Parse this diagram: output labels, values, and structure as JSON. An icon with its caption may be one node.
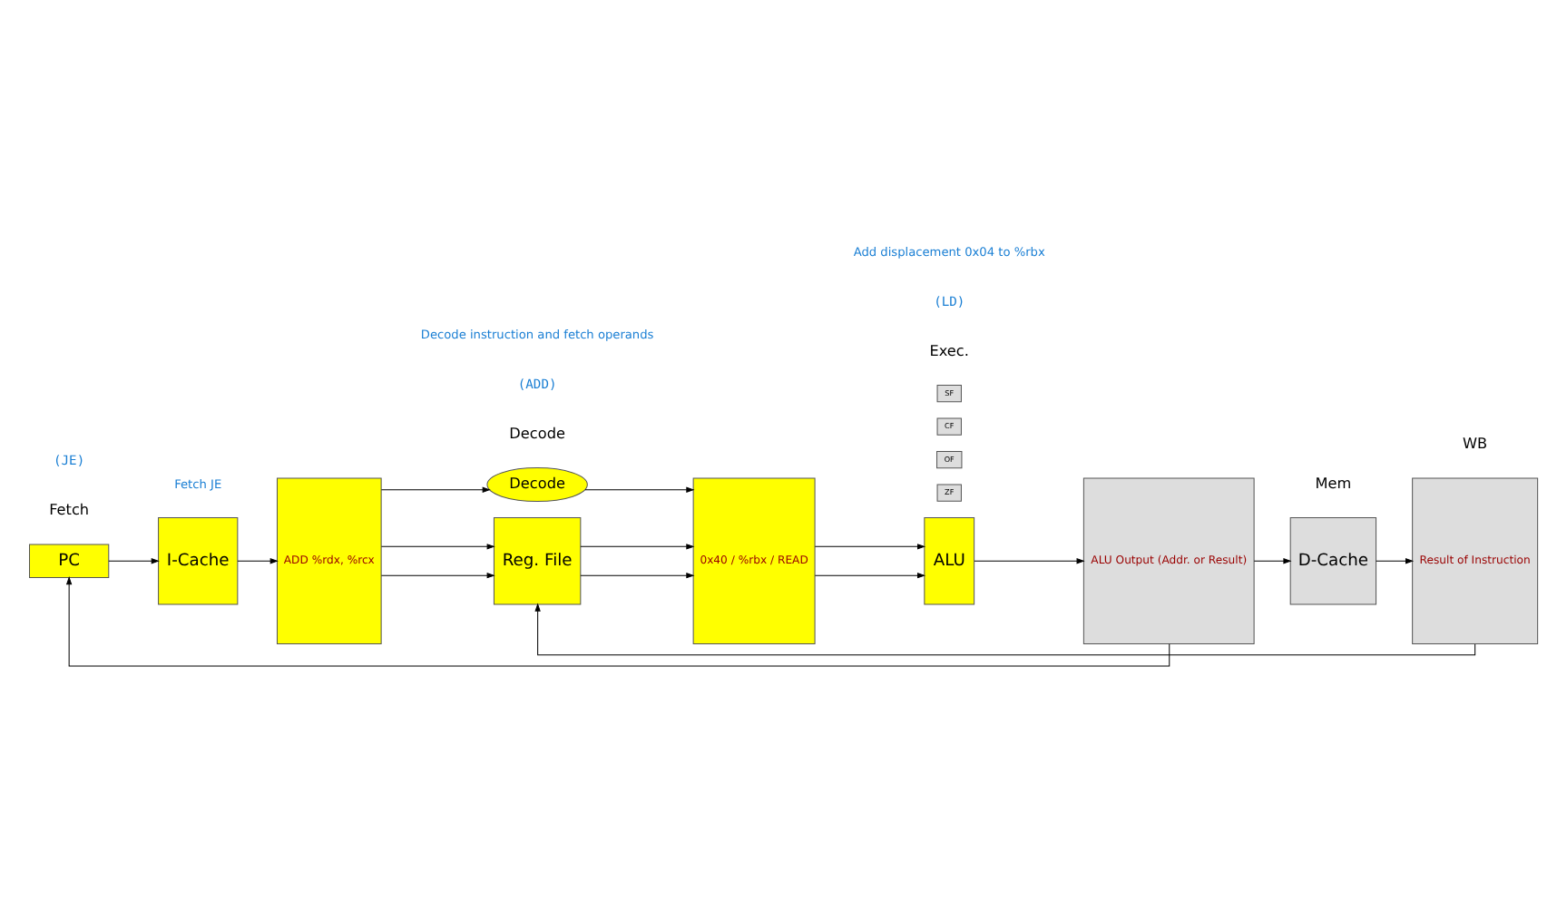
{
  "diagram": {
    "nodes": [
      {
        "text": [
          "PC"
        ]
      },
      {
        "text": [
          "I-Cache"
        ]
      },
      {
        "text": [
          "ADD %rdx, %rcx"
        ]
      },
      {
        "text": [
          "Decode"
        ]
      },
      {
        "text": [
          "Reg. File"
        ]
      },
      {
        "text": [
          "0x40 / %rbx / READ"
        ]
      },
      {
        "text": [
          "ZF"
        ]
      },
      {
        "text": [
          "OF"
        ]
      },
      {
        "text": [
          "CF"
        ]
      },
      {
        "text": [
          "SF"
        ]
      },
      {
        "text": [
          "ALU"
        ]
      },
      {
        "text": [
          "ALU Output (Addr. or Result)"
        ]
      },
      {
        "text": [
          "D-Cache"
        ]
      },
      {
        "text": [
          "Result of Instruction"
        ]
      }
    ],
    "edges": [
      {
        "from": 11,
        "to": 0,
        "arrow": "to"
      },
      {
        "from": 0,
        "to": 1,
        "arrow": "to"
      },
      {
        "from": 1,
        "to": 2,
        "arrow": "to"
      },
      {
        "from": 2,
        "to": 3,
        "arrow": "to"
      },
      {
        "from": 2,
        "to": 4,
        "arrow": "to"
      },
      {
        "from": 2,
        "to": 4,
        "arrow": "to"
      },
      {
        "from": 3,
        "to": 5,
        "arrow": "to"
      },
      {
        "from": 4,
        "to": 5,
        "arrow": "to"
      },
      {
        "from": 4,
        "to": 5,
        "arrow": "to"
      },
      {
        "from": 5,
        "to": 10,
        "arrow": "to"
      },
      {
        "from": 5,
        "to": 10,
        "arrow": "to"
      },
      {
        "from": 10,
        "to": 11,
        "arrow": "to"
      },
      {
        "from": 11,
        "to": 12,
        "arrow": "to"
      },
      {
        "from": 12,
        "to": 13,
        "arrow": "to"
      },
      {
        "from": 13,
        "to": 4,
        "arrow": "to"
      }
    ],
    "labels": [
      "Fetch",
      "(JE)",
      "Decode",
      "(ADD)",
      "Exec.",
      "(LD)",
      "Mem",
      "WB",
      "Fetch JE",
      "Decode instruction and fetch operands",
      "Add displacement 0x04 to %rbx"
    ]
  }
}
